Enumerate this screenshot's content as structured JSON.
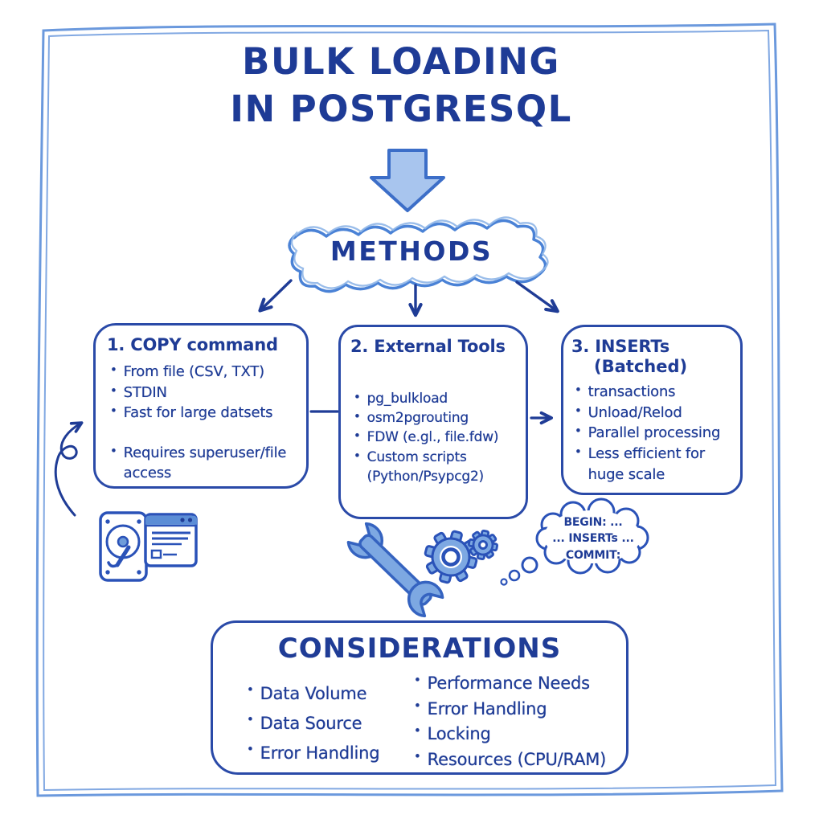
{
  "title": {
    "line1": "BULK LOADING",
    "line2": "IN POSTGRESQL"
  },
  "methods": {
    "label": "METHODS"
  },
  "method_boxes": [
    {
      "title": "1. COPY command",
      "bullets": [
        "From file (CSV, TXT)",
        "STDIN",
        "Fast for large datsets",
        "Requires superuser/file access"
      ]
    },
    {
      "title": "2. External Tools",
      "bullets": [
        "pg_bulkload",
        "osm2pgrouting",
        "FDW (e.gl., file.fdw)",
        "Custom scripts (Python/Psypcg2)"
      ]
    },
    {
      "title": "3. INSERTs",
      "title_line2": "(Batched)",
      "bullets": [
        "transactions",
        "Unload/Relod",
        "Parallel processing",
        "Less efficient for huge scale"
      ]
    }
  ],
  "thought_bubble": {
    "line1": "BEGIN: ...",
    "line2": "... INSERTs ...",
    "line3": "COMMIT:"
  },
  "considerations": {
    "title": "CONSIDERATIONS",
    "left_bullets": [
      "Data Volume",
      "Data Source",
      "Error Handling"
    ],
    "right_bullets": [
      "Performance Needs",
      "Error Handling",
      "Locking",
      "Resources (CPU/RAM)"
    ]
  },
  "icons": {
    "hard_disk": "hard-disk-icon",
    "app_window": "app-window-icon",
    "wrench": "wrench-icon",
    "gears": "gears-icon",
    "thought_bubble": "thought-bubble",
    "block_arrow": "down-block-arrow"
  },
  "colors": {
    "ink": "#1f3c96",
    "sketch_blue": "#4a82d6",
    "light_fill": "#a8c5ee",
    "border_blue": "#6b99dd",
    "icon_fill": "#7da8e2"
  }
}
